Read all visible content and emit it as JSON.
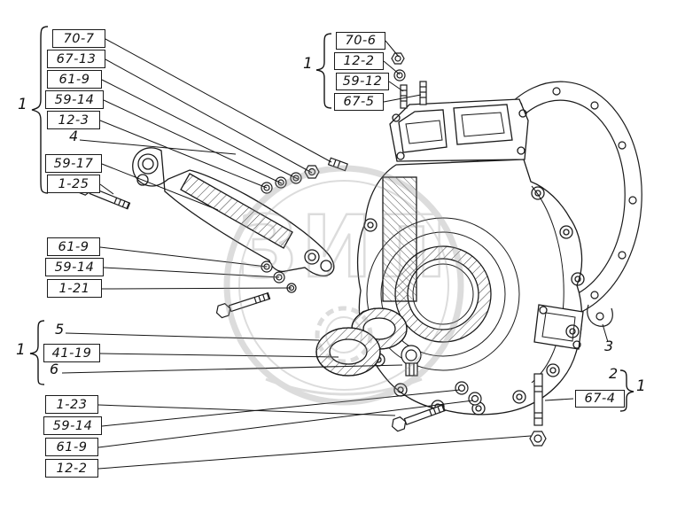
{
  "watermark": {
    "text": "ЗИП"
  },
  "callouts": {
    "tl": [
      "70-7",
      "67-13",
      "61-9",
      "59-14",
      "12-3"
    ],
    "num4": "4",
    "tl2": [
      "59-17",
      "1-25"
    ],
    "brace_tl": "1",
    "ml": [
      "61-9",
      "59-14",
      "1-21"
    ],
    "num5": "5",
    "ll_box": "41-19",
    "num6": "6",
    "brace_ll": "1",
    "bl": [
      "1-23",
      "59-14",
      "61-9",
      "12-2"
    ],
    "tm": [
      "70-6",
      "12-2",
      "59-12",
      "67-5"
    ],
    "brace_tm": "1",
    "num3": "3",
    "num2": "2",
    "r_box": "67-4",
    "brace_r": "1"
  }
}
